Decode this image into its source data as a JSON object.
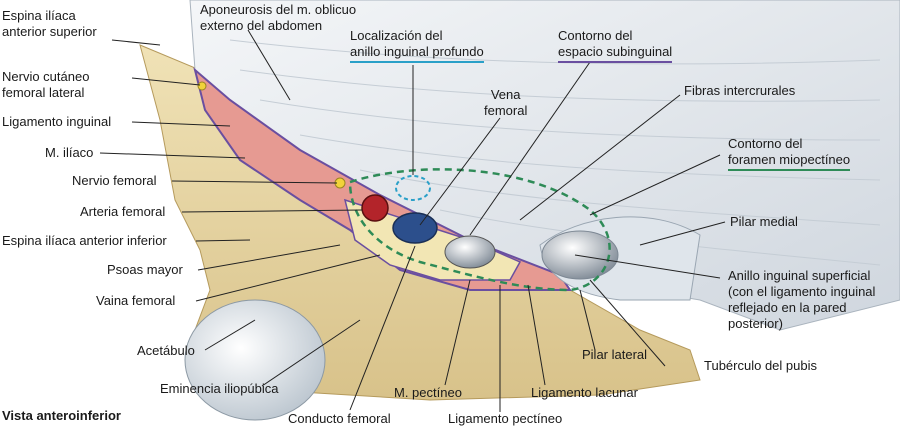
{
  "labels": {
    "espina_sup_1": "Espina ilíaca",
    "espina_sup_2": "anterior superior",
    "nervio_cut_1": "Nervio cutáneo",
    "nervio_cut_2": "femoral lateral",
    "lig_inguinal": "Ligamento inguinal",
    "iliaco": "M. ilíaco",
    "nervio_fem": "Nervio femoral",
    "arteria_fem": "Arteria femoral",
    "espina_inf": "Espina ilíaca anterior inferior",
    "psoas": "Psoas mayor",
    "vaina": "Vaina femoral",
    "acetabulo": "Acetábulo",
    "eminencia": "Eminencia iliopúbica",
    "conducto": "Conducto femoral",
    "pectineo": "M. pectíneo",
    "lig_pectineo": "Ligamento pectíneo",
    "lig_lacunar": "Ligamento lacunar",
    "pilar_lat": "Pilar lateral",
    "tuberculo": "Tubérculo del pubis",
    "aponeurosis_1": "Aponeurosis del m. oblicuo",
    "aponeurosis_2": "externo del abdomen",
    "loc_anillo_1": "Localización del",
    "loc_anillo_2": "anillo inguinal profundo",
    "vena_1": "Vena",
    "vena_2": "femoral",
    "contorno_sub_1": "Contorno del",
    "contorno_sub_2": "espacio subinguinal",
    "fibras": "Fibras intercrurales",
    "contorno_for_1": "Contorno del",
    "contorno_for_2": "foramen miopectíneo",
    "pilar_med": "Pilar medial",
    "anillo_sup_1": "Anillo inguinal superficial",
    "anillo_sup_2": "(con el ligamento inguinal",
    "anillo_sup_3": "reflejado en la pared",
    "anillo_sup_4": "posterior)"
  },
  "caption": "Vista anteroinferior",
  "colors": {
    "bone": "#e9d9a8",
    "bone_shadow": "#c9b27a",
    "muscle": "#e69a92",
    "aponeurosis": "#e6ebf0",
    "artery": "#b3242a",
    "vein": "#2c4f8c",
    "nerve": "#f1d33a",
    "blue_outline": "#2aa0c8",
    "purple_outline": "#6a4fa0",
    "green_outline": "#2e8b57"
  }
}
